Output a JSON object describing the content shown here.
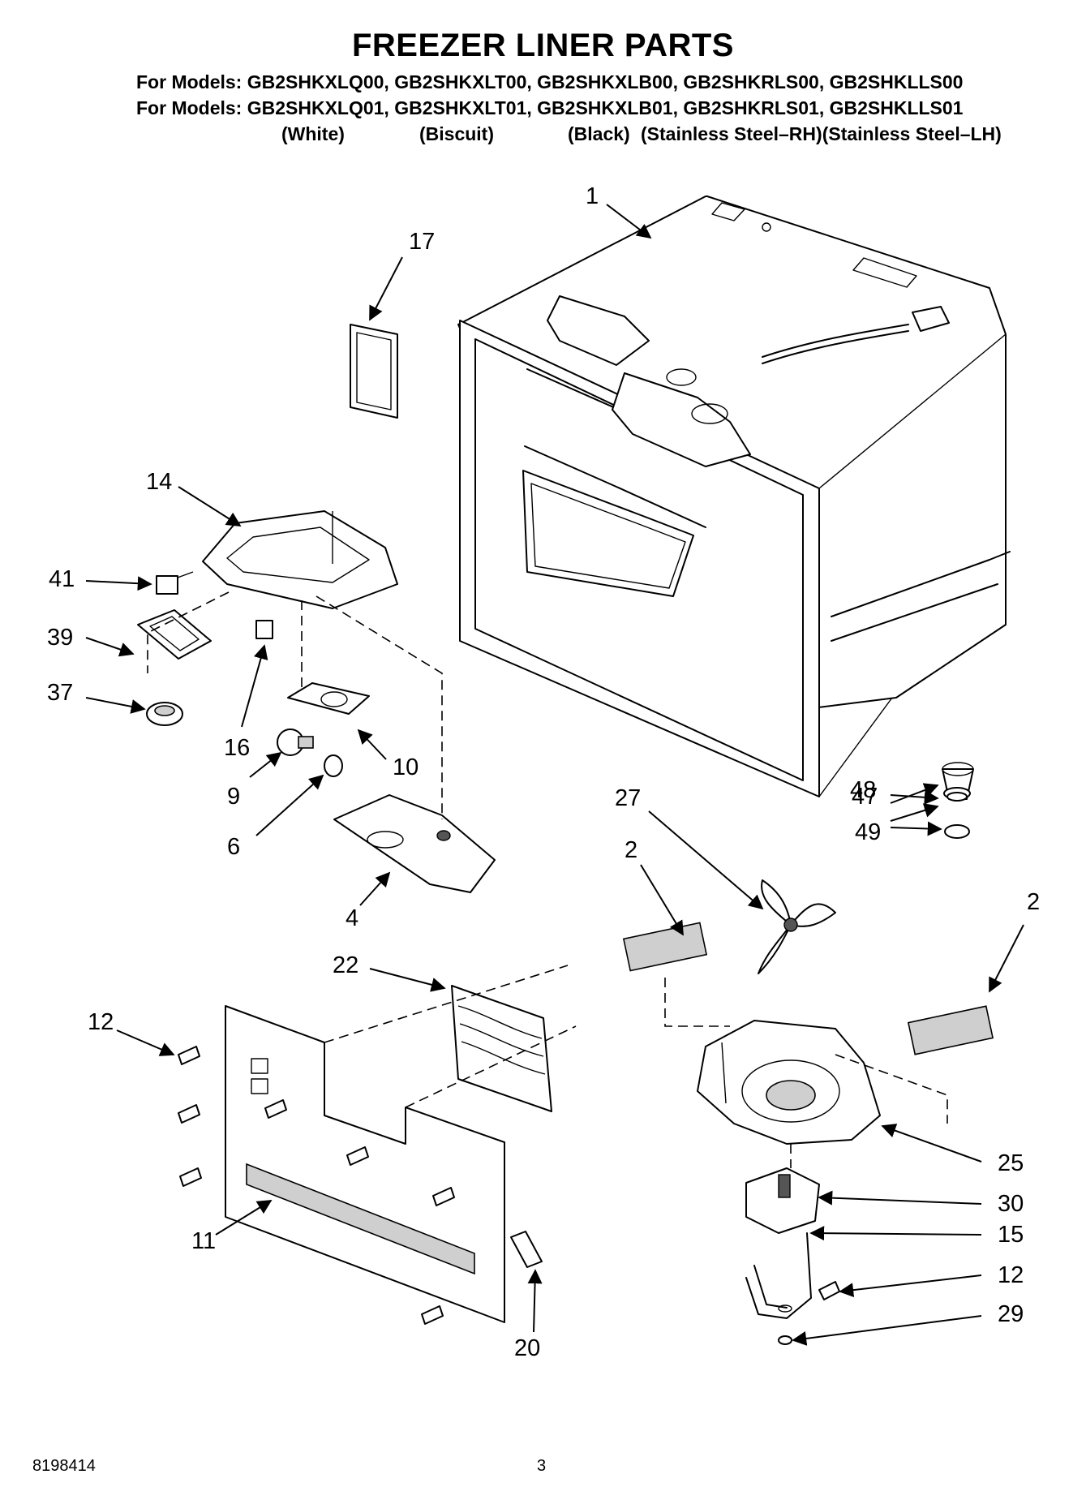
{
  "title": "FREEZER LINER PARTS",
  "models_line_1": "For Models: GB2SHKXLQ00, GB2SHKXLT00, GB2SHKXLB00, GB2SHKRLS00, GB2SHKLLS00",
  "models_line_2": "For Models: GB2SHKXLQ01, GB2SHKXLT01, GB2SHKXLB01, GB2SHKRLS01, GB2SHKLLS01",
  "colors": [
    "(White)",
    "(Biscuit)",
    "(Black)",
    "(Stainless Steel–RH)(Stainless Steel–LH)"
  ],
  "callouts": [
    "1",
    "17",
    "14",
    "41",
    "39",
    "37",
    "16",
    "10",
    "9",
    "6",
    "4",
    "47",
    "48",
    "49",
    "27",
    "2",
    "2",
    "22",
    "12",
    "11",
    "20",
    "25",
    "30",
    "15",
    "12",
    "29"
  ],
  "footer": {
    "part_number": "8198414",
    "page": "3"
  }
}
